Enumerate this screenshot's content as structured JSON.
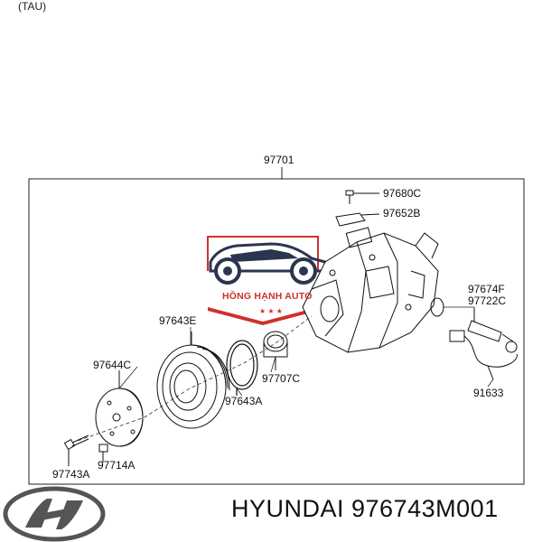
{
  "header_note": "(TAU)",
  "assembly_label": "97701",
  "callouts": {
    "c_97680C": "97680C",
    "c_97652B": "97652B",
    "c_97674F": "97674F",
    "c_97722C": "97722C",
    "c_97643E": "97643E",
    "c_97644C": "97644C",
    "c_97707C": "97707C",
    "c_97643A": "97643A",
    "c_91633": "91633",
    "c_97714A": "97714A",
    "c_97743A": "97743A"
  },
  "watermark": {
    "text": "HỒNG HẠNH AUTO",
    "stars": "★ ★ ★",
    "color": "#d0302a"
  },
  "footer": {
    "title": "HYUNDAI 976743M001"
  },
  "brand": {
    "logo_icon": "hyundai-logo-icon"
  }
}
